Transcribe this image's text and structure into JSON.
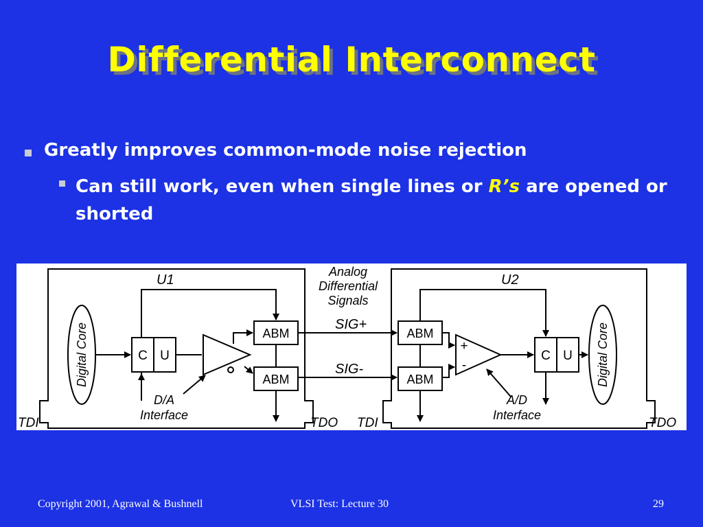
{
  "slide": {
    "title": "Differential Interconnect",
    "bullets": [
      {
        "text": "Greatly improves common-mode noise rejection"
      },
      {
        "text_before": "Can still work, even when single lines or ",
        "highlight": "R’s",
        "text_after": " are opened or shorted"
      }
    ]
  },
  "diagram": {
    "chip1": "U1",
    "chip2": "U2",
    "core_label": "Digital Core",
    "cell_c": "C",
    "cell_u": "U",
    "abm": "ABM",
    "sig_plus": "SIG+",
    "sig_minus": "SIG-",
    "analog_label": [
      "Analog",
      "Differential",
      "Signals"
    ],
    "da_label": [
      "D/A",
      "Interface"
    ],
    "ad_label": [
      "A/D",
      "Interface"
    ],
    "tdi": "TDI",
    "tdo": "TDO",
    "plus_sign": "+",
    "minus_sign": "-",
    "colors": {
      "slide_bg": "#1c32e4",
      "title": "#ffff00",
      "diagram_bg": "#ffffff"
    }
  },
  "footer": {
    "copyright": "Copyright 2001, Agrawal & Bushnell",
    "course": "VLSI Test: Lecture 30",
    "page": "29"
  }
}
